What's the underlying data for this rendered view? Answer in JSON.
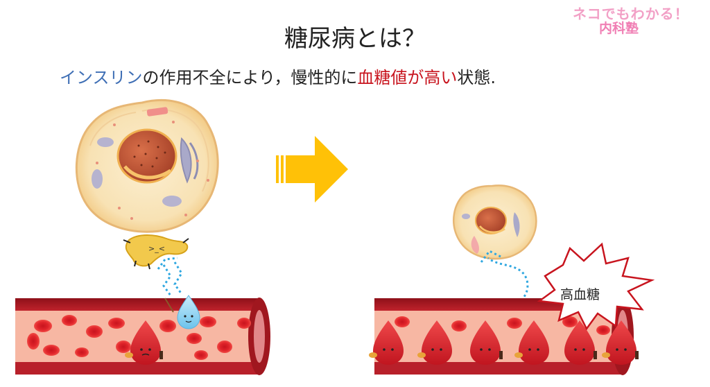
{
  "title": "糖尿病とは？",
  "subtitle": {
    "part1": "インスリン",
    "part2": "の作用不全により，慢性的に",
    "part3": "血糖値が高い",
    "part4": "状態."
  },
  "logo": {
    "line1": "ネコでもわかる！",
    "line2": "内科塾"
  },
  "burst_label": "高血糖",
  "colors": {
    "accent_blue": "#3f6fb5",
    "accent_red": "#c8141e",
    "arrow_yellow": "#ffc107",
    "vessel_wall": "#b8202a",
    "plasma": "#f7b7a3",
    "rbc": "#e0242a",
    "insulin_drop": "#8ed4f2",
    "pancreas": "#f2c94c",
    "dotted_path": "#2fa7e0"
  }
}
